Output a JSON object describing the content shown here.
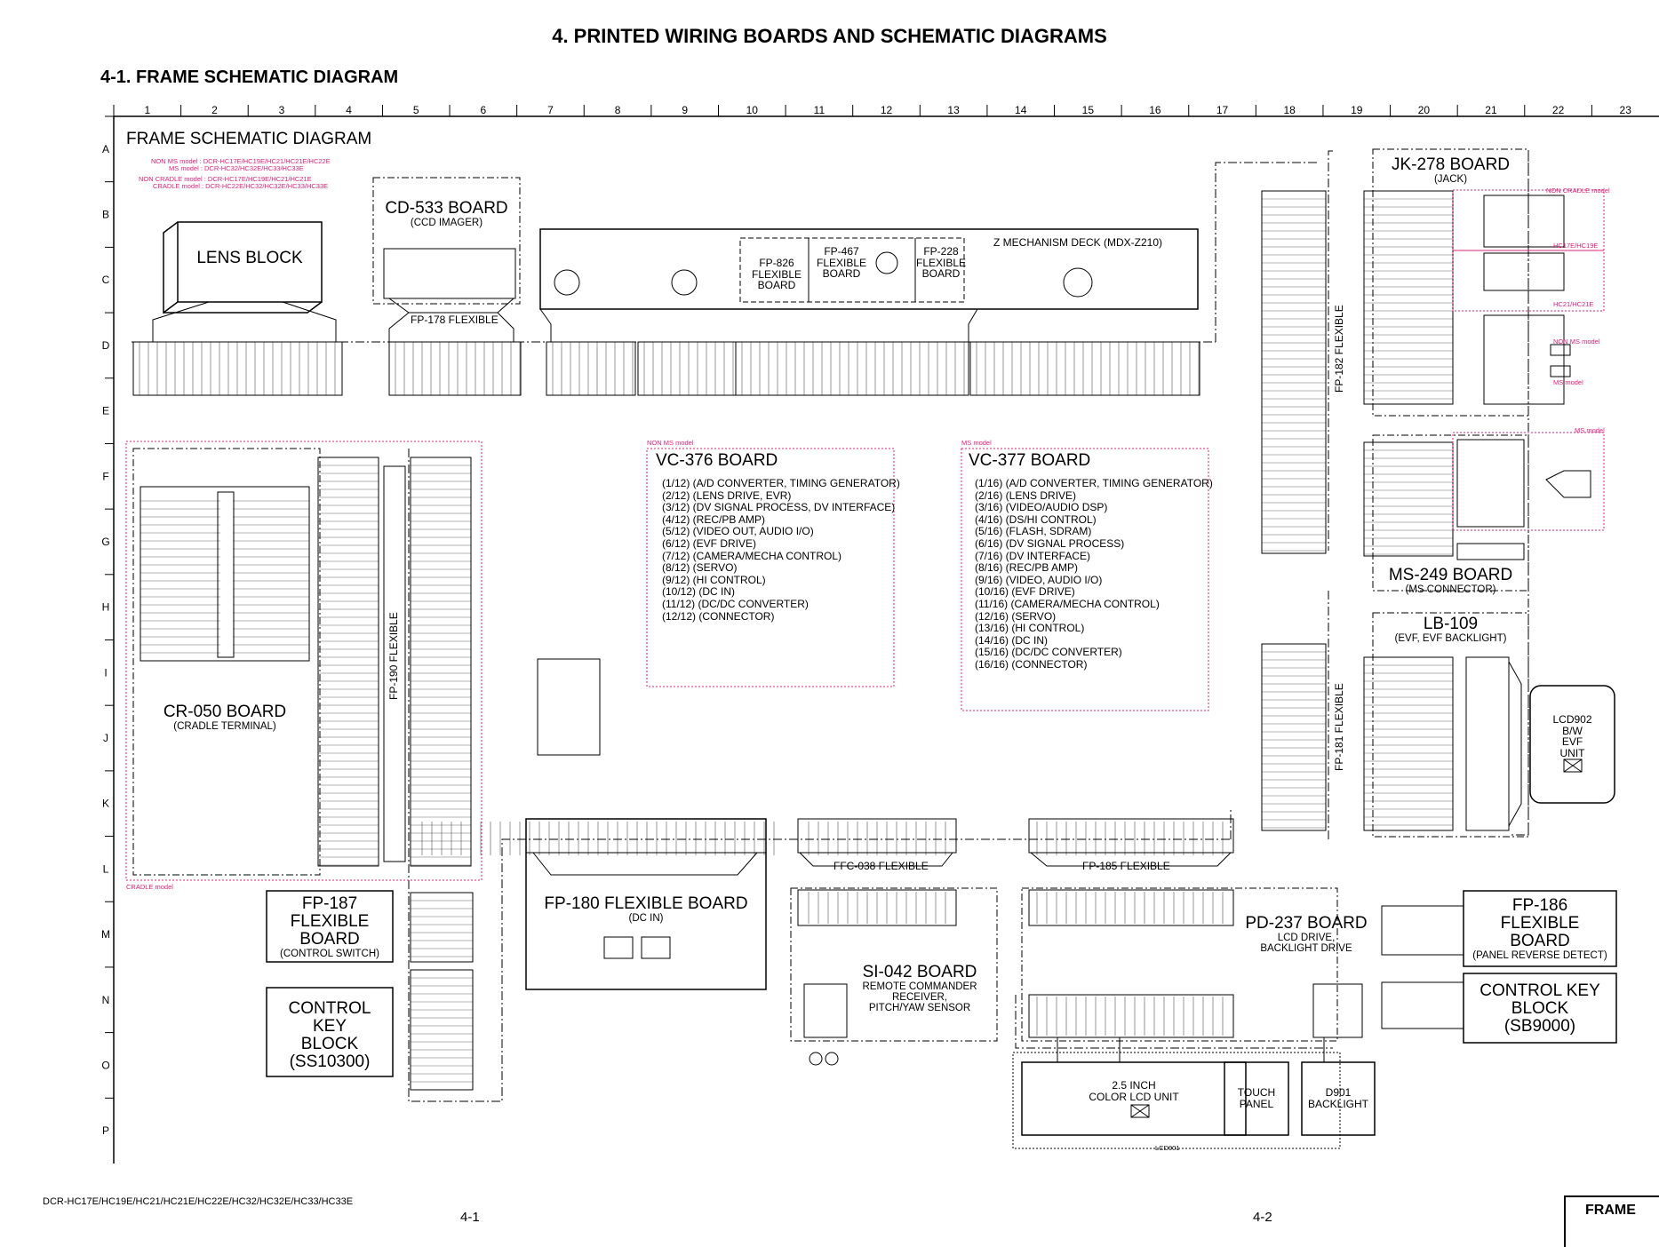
{
  "page_heading": "4. PRINTED WIRING BOARDS AND SCHEMATIC DIAGRAMS",
  "section_heading": "4-1.  FRAME SCHEMATIC DIAGRAM",
  "diagram_title": "FRAME SCHEMATIC DIAGRAM",
  "model_notes": [
    "NON MS model : DCR-HC17E/HC19E/HC21/HC21E/HC22E",
    "MS model : DCR-HC32/HC32E/HC33/HC33E",
    "NON CRADLE model : DCR-HC17E/HC19E/HC21/HC21E",
    "CRADLE model : DCR-HC22E/HC32/HC32E/HC33/HC33E"
  ],
  "grid": {
    "columns": [
      "1",
      "2",
      "3",
      "4",
      "5",
      "6",
      "7",
      "8",
      "9",
      "10",
      "11",
      "12",
      "13",
      "14",
      "15",
      "16",
      "17",
      "18",
      "19",
      "20",
      "21",
      "22",
      "23"
    ],
    "rows": [
      "A",
      "B",
      "C",
      "D",
      "E",
      "F",
      "G",
      "H",
      "I",
      "J",
      "K",
      "L",
      "M",
      "N",
      "O",
      "P"
    ]
  },
  "boards": {
    "lens_block": "LENS BLOCK",
    "cd533": {
      "name": "CD-533 BOARD",
      "sub": "(CCD IMAGER)"
    },
    "fp178": "FP-178 FLEXIBLE",
    "z_mech": "Z MECHANISM DECK (MDX-Z210)",
    "fp826": [
      "FP-826",
      "FLEXIBLE",
      "BOARD"
    ],
    "fp467": [
      "FP-467",
      "FLEXIBLE",
      "BOARD"
    ],
    "fp228": [
      "FP-228",
      "FLEXIBLE",
      "BOARD"
    ],
    "jk278": {
      "name": "JK-278 BOARD",
      "sub": "(JACK)"
    },
    "fp182": "FP-182 FLEXIBLE",
    "cr050": {
      "name": "CR-050 BOARD",
      "sub": "(CRADLE TERMINAL)"
    },
    "fp190": "FP-190 FLEXIBLE",
    "vc376": {
      "name": "VC-376 BOARD",
      "model": "NON MS model",
      "items": [
        "(1/12) (A/D CONVERTER, TIMING GENERATOR)",
        "(2/12) (LENS DRIVE, EVR)",
        "(3/12) (DV SIGNAL PROCESS, DV INTERFACE)",
        "(4/12) (REC/PB AMP)",
        "(5/12) (VIDEO OUT, AUDIO I/O)",
        "(6/12) (EVF DRIVE)",
        "(7/12) (CAMERA/MECHA CONTROL)",
        "(8/12) (SERVO)",
        "(9/12) (HI CONTROL)",
        "(10/12) (DC IN)",
        "(11/12) (DC/DC CONVERTER)",
        "(12/12) (CONNECTOR)"
      ]
    },
    "vc377": {
      "name": "VC-377 BOARD",
      "model": "MS model",
      "items": [
        "(1/16) (A/D CONVERTER, TIMING GENERATOR)",
        "(2/16) (LENS DRIVE)",
        "(3/16) (VIDEO/AUDIO DSP)",
        "(4/16) (DS/HI CONTROL)",
        "(5/16) (FLASH, SDRAM)",
        "(6/16) (DV SIGNAL PROCESS)",
        "(7/16) (DV INTERFACE)",
        "(8/16) (REC/PB AMP)",
        "(9/16) (VIDEO, AUDIO I/O)",
        "(10/16) (EVF DRIVE)",
        "(11/16) (CAMERA/MECHA CONTROL)",
        "(12/16) (SERVO)",
        "(13/16) (HI CONTROL)",
        "(14/16) (DC IN)",
        "(15/16) (DC/DC CONVERTER)",
        "(16/16) (CONNECTOR)"
      ]
    },
    "ms249": {
      "name": "MS-249 BOARD",
      "sub": "(MS CONNECTOR)"
    },
    "lb109": {
      "name": "LB-109",
      "sub": "(EVF, EVF BACKLIGHT)"
    },
    "fp181": "FP-181 FLEXIBLE",
    "lcd902": [
      "LCD902",
      "B/W",
      "EVF",
      "UNIT"
    ],
    "fp187": {
      "name": [
        "FP-187",
        "FLEXIBLE",
        "BOARD"
      ],
      "sub": "(CONTROL SWITCH)"
    },
    "ck_ss10300": [
      "CONTROL",
      "KEY",
      "BLOCK",
      "(SS10300)"
    ],
    "fp180": {
      "name": "FP-180 FLEXIBLE BOARD",
      "sub": "(DC IN)"
    },
    "ffc038": "FFC-038 FLEXIBLE",
    "fp185": "FP-185 FLEXIBLE",
    "si042": {
      "name": "SI-042 BOARD",
      "sub": [
        "REMOTE COMMANDER",
        "RECEIVER,",
        "PITCH/YAW SENSOR"
      ]
    },
    "pd237": {
      "name": "PD-237 BOARD",
      "sub": [
        "LCD DRIVE,",
        "BACKLIGHT DRIVE"
      ]
    },
    "fp186": {
      "name": [
        "FP-186",
        "FLEXIBLE",
        "BOARD"
      ],
      "sub": "(PANEL REVERSE DETECT)"
    },
    "ck_sb9000": [
      "CONTROL KEY",
      "BLOCK",
      "(SB9000)"
    ],
    "lcd_unit": [
      "2.5 INCH",
      "COLOR LCD UNIT"
    ],
    "touch_panel": [
      "TOUCH",
      "PANEL"
    ],
    "d901": [
      "D901",
      "BACKLIGHT"
    ],
    "lcd901": "LCD901"
  },
  "pink_labels": {
    "non_cradle": "NON CRADLE model",
    "cradle": "CRADLE model",
    "non_ms": "NON MS model",
    "ms": "MS model",
    "hc17": "HC17E/HC19E",
    "hc21": "HC21/HC21E"
  },
  "footer": {
    "models": "DCR-HC17E/HC19E/HC21/HC21E/HC22E/HC32/HC32E/HC33/HC33E",
    "page_left": "4-1",
    "page_right": "4-2",
    "frame_tag": "FRAME"
  }
}
